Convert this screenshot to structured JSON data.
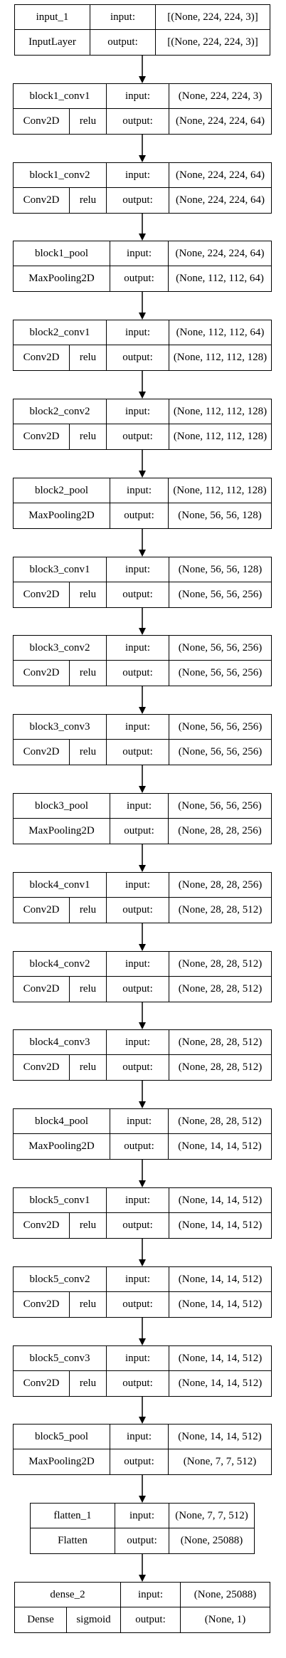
{
  "port_labels": {
    "input": "input:",
    "output": "output:"
  },
  "layers": [
    {
      "name": "input_1",
      "type": "InputLayer",
      "activation": "",
      "input": "[(None, 224, 224, 3)]",
      "output": "[(None, 224, 224, 3)]"
    },
    {
      "name": "block1_conv1",
      "type": "Conv2D",
      "activation": "relu",
      "input": "(None, 224, 224, 3)",
      "output": "(None, 224, 224, 64)"
    },
    {
      "name": "block1_conv2",
      "type": "Conv2D",
      "activation": "relu",
      "input": "(None, 224, 224, 64)",
      "output": "(None, 224, 224, 64)"
    },
    {
      "name": "block1_pool",
      "type": "MaxPooling2D",
      "activation": "",
      "input": "(None, 224, 224, 64)",
      "output": "(None, 112, 112, 64)"
    },
    {
      "name": "block2_conv1",
      "type": "Conv2D",
      "activation": "relu",
      "input": "(None, 112, 112, 64)",
      "output": "(None, 112, 112, 128)"
    },
    {
      "name": "block2_conv2",
      "type": "Conv2D",
      "activation": "relu",
      "input": "(None, 112, 112, 128)",
      "output": "(None, 112, 112, 128)"
    },
    {
      "name": "block2_pool",
      "type": "MaxPooling2D",
      "activation": "",
      "input": "(None, 112, 112, 128)",
      "output": "(None, 56, 56, 128)"
    },
    {
      "name": "block3_conv1",
      "type": "Conv2D",
      "activation": "relu",
      "input": "(None, 56, 56, 128)",
      "output": "(None, 56, 56, 256)"
    },
    {
      "name": "block3_conv2",
      "type": "Conv2D",
      "activation": "relu",
      "input": "(None, 56, 56, 256)",
      "output": "(None, 56, 56, 256)"
    },
    {
      "name": "block3_conv3",
      "type": "Conv2D",
      "activation": "relu",
      "input": "(None, 56, 56, 256)",
      "output": "(None, 56, 56, 256)"
    },
    {
      "name": "block3_pool",
      "type": "MaxPooling2D",
      "activation": "",
      "input": "(None, 56, 56, 256)",
      "output": "(None, 28, 28, 256)"
    },
    {
      "name": "block4_conv1",
      "type": "Conv2D",
      "activation": "relu",
      "input": "(None, 28, 28, 256)",
      "output": "(None, 28, 28, 512)"
    },
    {
      "name": "block4_conv2",
      "type": "Conv2D",
      "activation": "relu",
      "input": "(None, 28, 28, 512)",
      "output": "(None, 28, 28, 512)"
    },
    {
      "name": "block4_conv3",
      "type": "Conv2D",
      "activation": "relu",
      "input": "(None, 28, 28, 512)",
      "output": "(None, 28, 28, 512)"
    },
    {
      "name": "block4_pool",
      "type": "MaxPooling2D",
      "activation": "",
      "input": "(None, 28, 28, 512)",
      "output": "(None, 14, 14, 512)"
    },
    {
      "name": "block5_conv1",
      "type": "Conv2D",
      "activation": "relu",
      "input": "(None, 14, 14, 512)",
      "output": "(None, 14, 14, 512)"
    },
    {
      "name": "block5_conv2",
      "type": "Conv2D",
      "activation": "relu",
      "input": "(None, 14, 14, 512)",
      "output": "(None, 14, 14, 512)"
    },
    {
      "name": "block5_conv3",
      "type": "Conv2D",
      "activation": "relu",
      "input": "(None, 14, 14, 512)",
      "output": "(None, 14, 14, 512)"
    },
    {
      "name": "block5_pool",
      "type": "MaxPooling2D",
      "activation": "",
      "input": "(None, 14, 14, 512)",
      "output": "(None, 7, 7, 512)"
    },
    {
      "name": "flatten_1",
      "type": "Flatten",
      "activation": "",
      "input": "(None, 7, 7, 512)",
      "output": "(None, 25088)"
    },
    {
      "name": "dense_2",
      "type": "Dense",
      "activation": "sigmoid",
      "input": "(None, 25088)",
      "output": "(None, 1)"
    }
  ]
}
